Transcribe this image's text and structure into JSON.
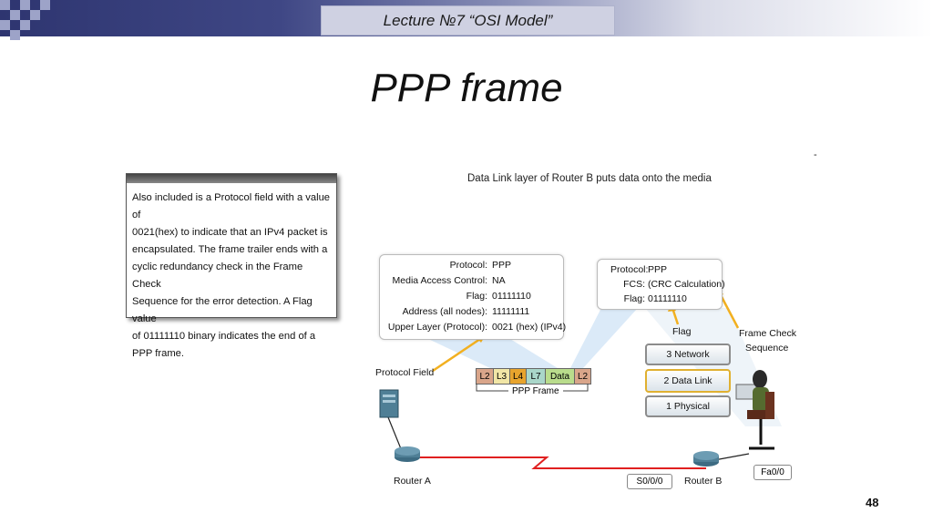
{
  "header": {
    "lecture": "Lecture  №7 “OSI Model”"
  },
  "slide": {
    "title": "PPP frame",
    "page_number": "48"
  },
  "note": {
    "lines": [
      "Also included is a Protocol field with a value of",
      "0021(hex) to indicate that an IPv4 packet is",
      "encapsulated. The frame trailer ends with a",
      "cyclic redundancy check in the Frame Check",
      "Sequence for the error detection. A Flag value",
      "of 01111110 binary indicates the end of a",
      "PPP frame."
    ]
  },
  "figure": {
    "caption": "Data Link layer of Router B puts data onto the media",
    "dash": "-",
    "header_box": {
      "labels": [
        "Protocol:",
        "Media Access Control:",
        "Flag:",
        "Address (all nodes):",
        "Upper Layer (Protocol):"
      ],
      "values": [
        "PPP",
        "NA",
        "01111110",
        "11111111",
        "0021 (hex) (IPv4)"
      ]
    },
    "trailer_box": {
      "labels": [
        "Protocol:",
        "FCS:",
        "Flag:"
      ],
      "values": [
        "PPP",
        "(CRC Calculation)",
        "01111110"
      ]
    },
    "protocol_field_label": "Protocol Field",
    "flag_label": "Flag",
    "fcs_label_1": "Frame Check",
    "fcs_label_2": "Sequence",
    "frame_cells": [
      "L2",
      "L3",
      "L4",
      "L7",
      "Data",
      "L2"
    ],
    "frame_colors": [
      "#d9a58a",
      "#f1e6a6",
      "#e8a42d",
      "#a9d6c9",
      "#b9dc8c",
      "#d9a58a"
    ],
    "frame_label": "PPP Frame",
    "layers": [
      "3 Network",
      "2 Data Link",
      "1 Physical"
    ],
    "router_a": "Router A",
    "router_b": "Router B",
    "s000": "S0/0/0",
    "fa00": "Fa0/0",
    "colors": {
      "link": "#e02020",
      "arrow": "#f2b020",
      "router": "#4f7f96",
      "callout": "#cfe3f5"
    }
  }
}
